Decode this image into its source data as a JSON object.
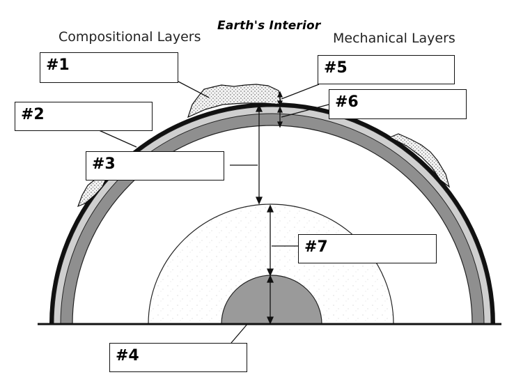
{
  "title": "Earth's Interior",
  "headers": {
    "compositional": "Compositional Layers",
    "mechanical": "Mechanical Layers"
  },
  "labels": [
    {
      "id": "label-1",
      "text": "#1"
    },
    {
      "id": "label-2",
      "text": "#2"
    },
    {
      "id": "label-3",
      "text": "#3"
    },
    {
      "id": "label-4",
      "text": "#4"
    },
    {
      "id": "label-5",
      "text": "#5"
    },
    {
      "id": "label-6",
      "text": "#6"
    },
    {
      "id": "label-7",
      "text": "#7"
    }
  ]
}
